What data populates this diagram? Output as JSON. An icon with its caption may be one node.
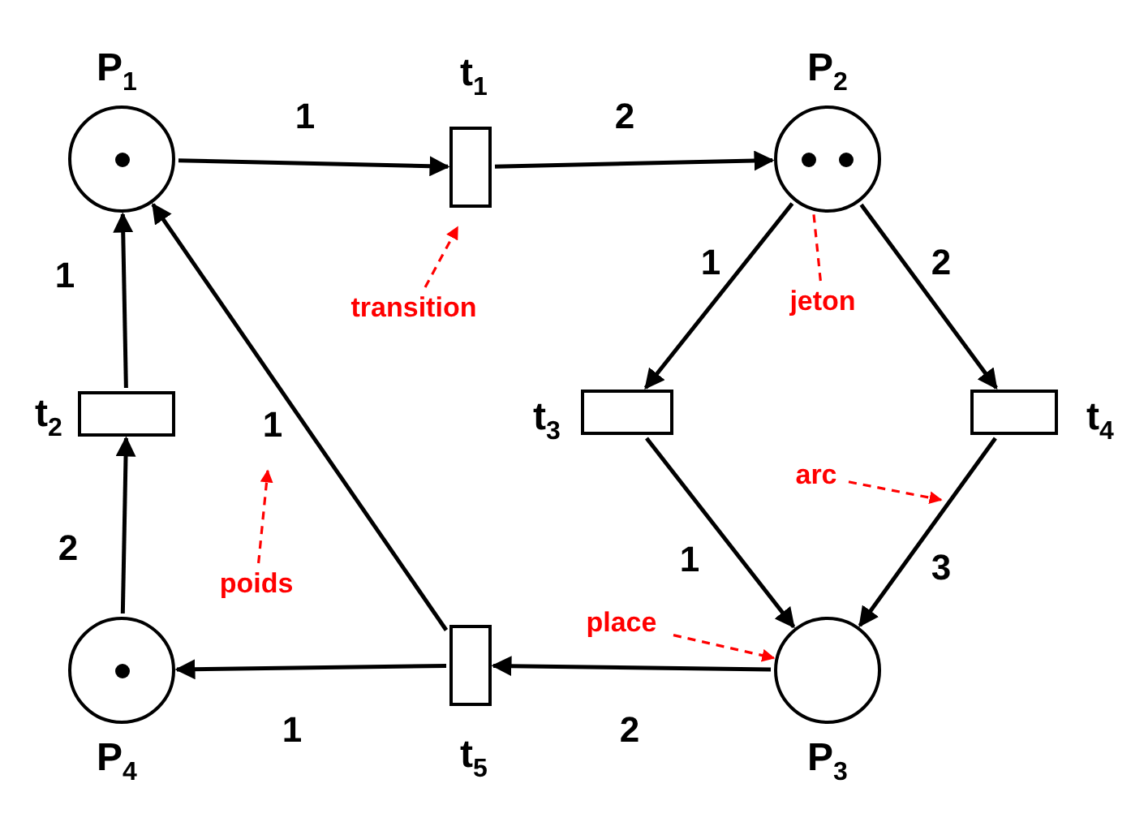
{
  "diagram": {
    "nodes": [
      {
        "text": [
          "P$_{1}$"
        ]
      },
      {
        "text": [],
        "shape": "circle",
        "in": 0
      },
      {
        "text": [
          "t$_{1}$"
        ]
      },
      {
        "text": [
          "P$_{2}$"
        ]
      },
      {
        "text": [],
        "shape": "circle",
        "in": 3
      },
      {
        "text": [],
        "shape": "circle",
        "in": 3
      },
      {
        "text": [
          "transition"
        ]
      },
      {
        "text": [
          "jeton"
        ]
      },
      {
        "text": [
          "t$_{2}$"
        ]
      },
      {
        "text": [
          "t$_{3}$"
        ]
      },
      {
        "text": [
          "t$_{4}$"
        ]
      },
      {
        "text": [
          "arc"
        ]
      },
      {
        "text": [
          "poids"
        ]
      },
      {
        "text": [
          "place"
        ]
      },
      {
        "text": [
          "P$_{4}$"
        ]
      },
      {
        "text": [],
        "shape": "circle",
        "in": 14
      },
      {
        "text": [
          "t$_{5}$"
        ]
      },
      {
        "text": [
          "P$_{3}$"
        ]
      }
    ],
    "edges": [
      {
        "from": 0,
        "to": 2,
        "arrow": "to",
        "label": "1"
      },
      {
        "from": 2,
        "to": 3,
        "arrow": "to",
        "label": "2"
      },
      {
        "from": 3,
        "to": 9,
        "arrow": "to",
        "label": "1"
      },
      {
        "from": 3,
        "to": 10,
        "arrow": "to",
        "label": "2"
      },
      {
        "from": 9,
        "to": 17,
        "arrow": "to",
        "label": "1"
      },
      {
        "from": 10,
        "to": 17,
        "arrow": "to",
        "label": "3"
      },
      {
        "from": 17,
        "to": 16,
        "arrow": "to",
        "label": "2"
      },
      {
        "from": 16,
        "to": 14,
        "arrow": "to",
        "label": "1"
      },
      {
        "from": 16,
        "to": 0,
        "arrow": "to",
        "label": "1"
      },
      {
        "from": 14,
        "to": 8,
        "arrow": "to",
        "label": "2"
      },
      {
        "from": 8,
        "to": 0,
        "arrow": "to",
        "label": "1"
      },
      {
        "from": 6,
        "to": 2,
        "arrow": "to",
        "style": "dashed",
        "color": "#ff0000"
      },
      {
        "from": 7,
        "to": 4,
        "arrow": "to",
        "style": "dashed",
        "color": "#ff0000"
      },
      {
        "from": 11,
        "to": null,
        "arrow": "to",
        "style": "dashed",
        "color": "#ff0000"
      },
      {
        "from": 12,
        "to": null,
        "arrow": "to",
        "style": "dashed",
        "color": "#ff0000"
      },
      {
        "from": 13,
        "to": 17,
        "arrow": "to",
        "style": "dashed",
        "color": "#ff0000"
      }
    ]
  }
}
